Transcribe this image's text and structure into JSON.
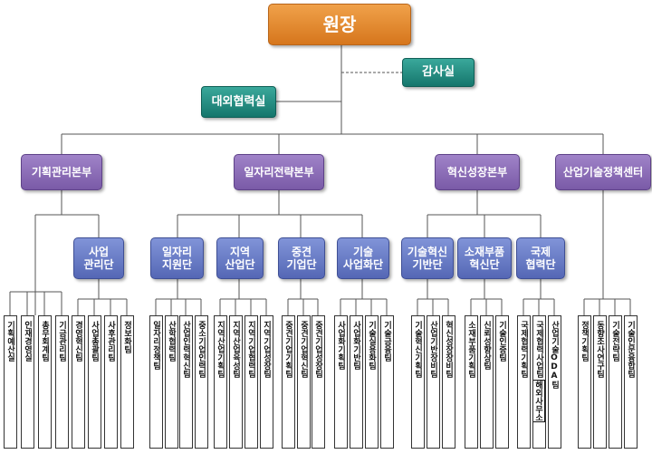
{
  "root": "원장",
  "audit": "감사실",
  "external": "대외협력실",
  "divisions": [
    {
      "name": "기획관리본부"
    },
    {
      "name": "일자리전략본부"
    },
    {
      "name": "혁신성장본부"
    },
    {
      "name": "산업기술정책센터"
    }
  ],
  "subs": [
    {
      "l1": "사업",
      "l2": "관리단"
    },
    {
      "l1": "일자리",
      "l2": "지원단"
    },
    {
      "l1": "지역",
      "l2": "산업단"
    },
    {
      "l1": "중견",
      "l2": "기업단"
    },
    {
      "l1": "기술",
      "l2": "사업화단"
    },
    {
      "l1": "기술혁신",
      "l2": "기반단"
    },
    {
      "l1": "소재부품",
      "l2": "혁신단"
    },
    {
      "l1": "국제",
      "l2": "협력단"
    }
  ],
  "teams": [
    "기획예산실",
    "인재경영실",
    "총무회계팀",
    "기금관리팀",
    "경영혁신팀",
    "사업총괄팀",
    "사후관리팀",
    "정보화팀",
    "일자리정책팀",
    "산학협력팀",
    "산업인력혁신팀",
    "중소기업인력팀",
    "지역산업기획팀",
    "지역산업육성팀",
    "지역기업협력팀",
    "지역기업성장팀",
    "중견기업기획팀",
    "중견기업혁신팀",
    "중견기업성장팀",
    "사업화기획팀",
    "사업화기반팀",
    "기술실용화팀",
    "기술금융팀",
    "기술혁신기획팀",
    "산업기반장비팀",
    "혁신성장장비팀",
    "소재부품기획팀",
    "신뢰성향상팀",
    "기술인증팀",
    "국제협력기획팀",
    "국제협력사업팀",
    "산업기술ODA팀",
    "정책기획팀",
    "동향조사연구팀",
    "기술전략팀",
    "기술인문융합팀"
  ],
  "note": "해외사무소"
}
